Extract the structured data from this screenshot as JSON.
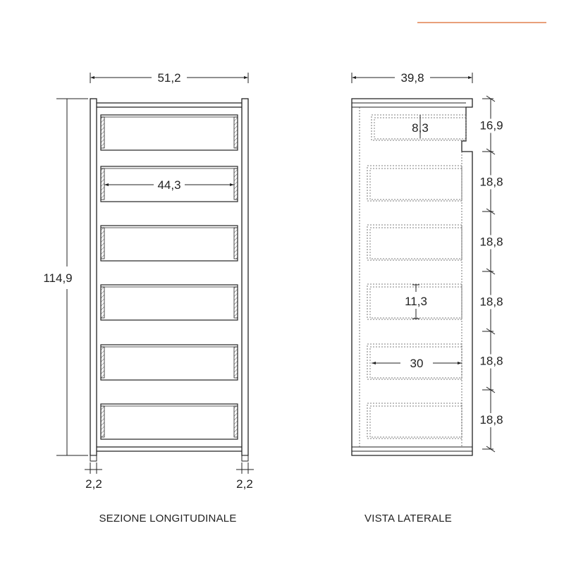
{
  "accent_color": "#e8a07a",
  "line_color": "#222222",
  "front_view": {
    "caption": "SEZIONE LONGITUDINALE",
    "width": "51,2",
    "height": "114,9",
    "inner_width": "44,3",
    "foot_left": "2,2",
    "foot_right": "2,2",
    "drawer_count": 6
  },
  "side_view": {
    "caption": "VISTA LATERALE",
    "depth": "39,8",
    "drawer_depth": "30",
    "top_drawer_height": "8,3",
    "drawer_height": "11,3",
    "rows": [
      "16,9",
      "18,8",
      "18,8",
      "18,8",
      "18,8",
      "18,8"
    ]
  }
}
